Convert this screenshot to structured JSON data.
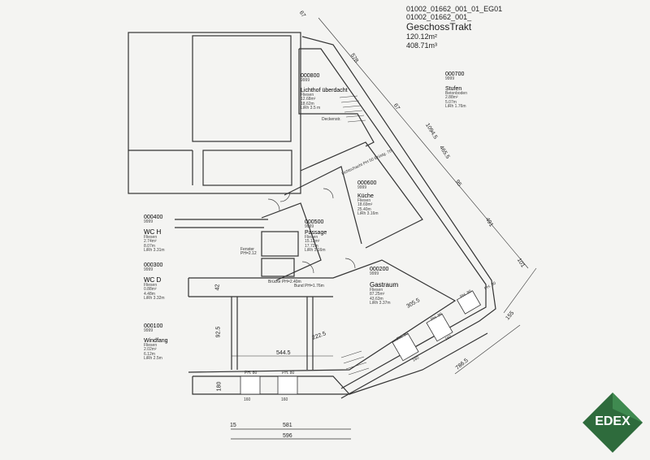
{
  "header": {
    "line1": "01002_01662_001_01_EG01",
    "line2": "01002_01662_001_",
    "title": "GeschossTrakt",
    "area": "120.12m²",
    "volume": "408.71m³"
  },
  "rooms": {
    "lichthof": {
      "code": "000800",
      "sub": "9999",
      "name": "Lichthof überdacht",
      "floor": "Fliesen",
      "area": "12.68m²",
      "vol": "18.62m",
      "height": "LiRh 3.5 m"
    },
    "stufen": {
      "code": "000700",
      "sub": "9999",
      "name": "Stufen",
      "floor": "Betonboden",
      "area": "2.88m²",
      "vol": "5.07m",
      "height": "LiRh 1.76m"
    },
    "kueche": {
      "code": "000600",
      "sub": "9999",
      "name": "Küche",
      "floor": "Fliesen",
      "area": "18.69m²",
      "vol": "25.40m",
      "height": "LiRh 3.16m"
    },
    "passage": {
      "code": "000500",
      "sub": "9999",
      "name": "Passage",
      "floor": "Fliesen",
      "area": "15.12m²",
      "vol": "17.72m",
      "height": "LiRh 3.16m"
    },
    "wch": {
      "code": "000400",
      "sub": "9999",
      "name": "WC H",
      "floor": "Fliesen",
      "area": "2.74m²",
      "vol": "8.07m",
      "height": "LiRh 3.31m"
    },
    "wcd": {
      "code": "000300",
      "sub": "9999",
      "name": "WC D",
      "floor": "Fliesen",
      "area": "0.88m²",
      "vol": "4.48m",
      "height": "LiRh 3.32m"
    },
    "gastraum": {
      "code": "000200",
      "sub": "9999",
      "name": "Gastraum",
      "floor": "Fliesen",
      "area": "87.25m²",
      "vol": "43.63m",
      "height": "LiRh 3.37m"
    },
    "windfang": {
      "code": "000100",
      "sub": "9999",
      "name": "Windfang",
      "floor": "Fliesen",
      "area": "2.02m²",
      "vol": "6.12m",
      "height": "LiRh 2.5m"
    }
  },
  "dimensions": {
    "d1": "67",
    "d2": "578",
    "d3": "67",
    "d4": "1094.5",
    "d5": "465.5",
    "d6": "95",
    "d7": "491",
    "d8": "101",
    "d9": "155",
    "d10": "786.5",
    "d11": "92.5",
    "d12": "544.5",
    "d13": "222.5",
    "d14": "305.5",
    "d15": "42",
    "d16": "180",
    "d17": "15",
    "d18": "581",
    "d19": "596"
  },
  "window_labels": {
    "ph1": "PH. 80",
    "ph2": "PH. 80",
    "ph3": "PH. 80",
    "ph4": "PH. 80",
    "ph5": "PH. 80",
    "ph6": "PH. 80",
    "w160a": "160",
    "w160b": "160",
    "w160c": "160",
    "w160d": "160"
  },
  "small_labels": {
    "fenster": "Fenster PH=2.12",
    "brücke": "Brücke PH=2.40m",
    "bud": "Bund PH=1.76m",
    "deckenstr": "Deckenstr.",
    "lichtschacht": "Lichtschacht PH 50 Brüstg. 70"
  },
  "logo": {
    "text": "EDEX",
    "color": "#2e6b3c"
  }
}
